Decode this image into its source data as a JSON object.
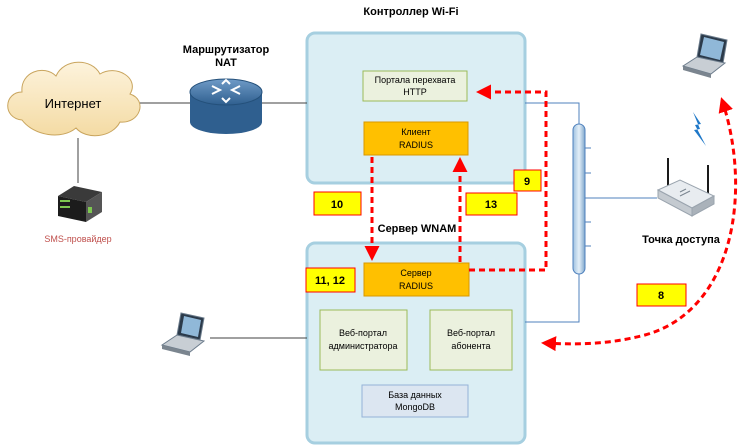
{
  "labels": {
    "wifi_controller": "Контроллер Wi-Fi",
    "router": "Маршрутизатор",
    "router_nat": "NAT",
    "internet": "Интернет",
    "sms_provider": "SMS-провайдер",
    "wnam_server": "Сервер WNAM",
    "access_point": "Точка доступа"
  },
  "boxes": {
    "http_portal_1": "Портала перехвата",
    "http_portal_2": "HTTP",
    "radius_client_1": "Клиент",
    "radius_client_2": "RADIUS",
    "radius_server_1": "Сервер",
    "radius_server_2": "RADIUS",
    "admin_portal_1": "Веб-портал",
    "admin_portal_2": "администратора",
    "subscriber_portal_1": "Веб-портал",
    "subscriber_portal_2": "абонента",
    "mongodb_1": "База данных",
    "mongodb_2": "MongoDB"
  },
  "steps": {
    "s8": "8",
    "s9": "9",
    "s10": "10",
    "s13": "13",
    "s11_12": "11, 12"
  },
  "colors": {
    "container_fill": "#dbeef4",
    "container_stroke": "#a6cfe0",
    "box_green": "#ebf1de",
    "box_orange": "#ffc000",
    "box_blue": "#dce6f1",
    "step_fill": "#ffff00",
    "step_stroke": "#ff0000",
    "arrow_red": "#ff0000",
    "line_blue": "#4f81bd"
  },
  "icons": [
    "cloud-icon",
    "router-icon",
    "server-icon",
    "laptop-icon",
    "access-point-icon",
    "wireless-signal-icon",
    "ethernet-bus-icon"
  ]
}
